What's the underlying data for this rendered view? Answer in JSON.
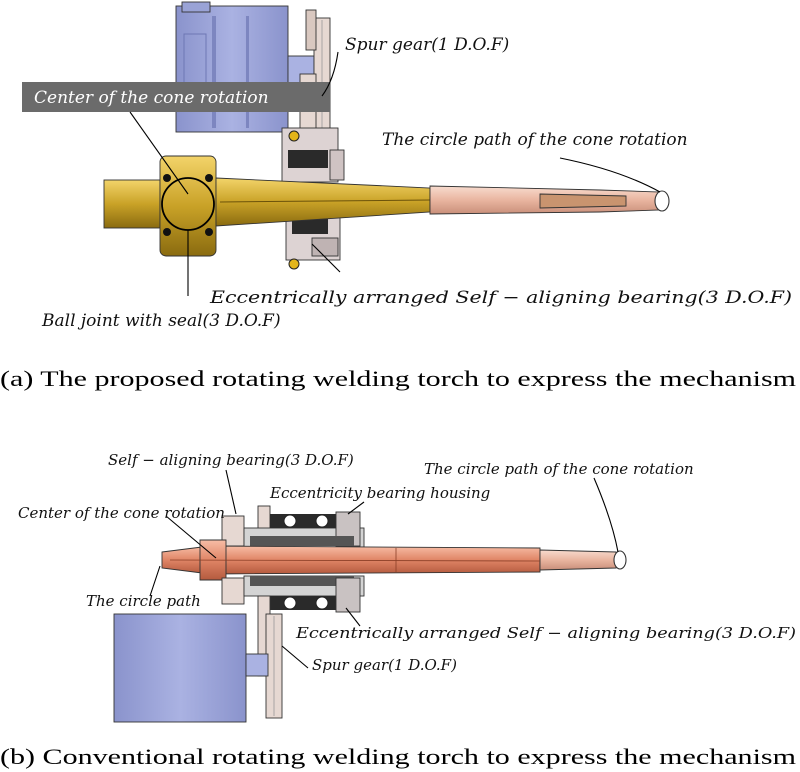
{
  "figure_a": {
    "labels": {
      "spur_gear": "Spur gear(1 D.O.F)",
      "center_cone": "Center of the cone rotation",
      "circle_path_cone": "The circle path of the cone rotation",
      "eccentric_bearing": "Eccentrically arranged Self − aligning bearing(3 D.O.F)",
      "ball_joint": "Ball joint with seal(3 D.O.F)"
    },
    "caption": "(a) The proposed rotating welding torch to express the mechanism"
  },
  "figure_b": {
    "labels": {
      "self_aligning": "Self − aligning bearing(3 D.O.F)",
      "circle_path_cone": "The circle path of the cone rotation",
      "housing": "Eccentricity bearing housing",
      "center_cone": "Center of the cone rotation",
      "circle_path": "The circle path",
      "eccentric_bearing": "Eccentrically arranged Self − aligning bearing(3 D.O.F)",
      "spur_gear": "Spur gear(1 D.O.F)"
    },
    "caption": "(b) Conventional rotating welding torch to express the mechanism"
  },
  "colors": {
    "brass": "#c9a227",
    "copper": "#e08566",
    "motor": "#9aa3d6",
    "gear": "#e6d8d2",
    "label_box": "#6b6b6b"
  }
}
